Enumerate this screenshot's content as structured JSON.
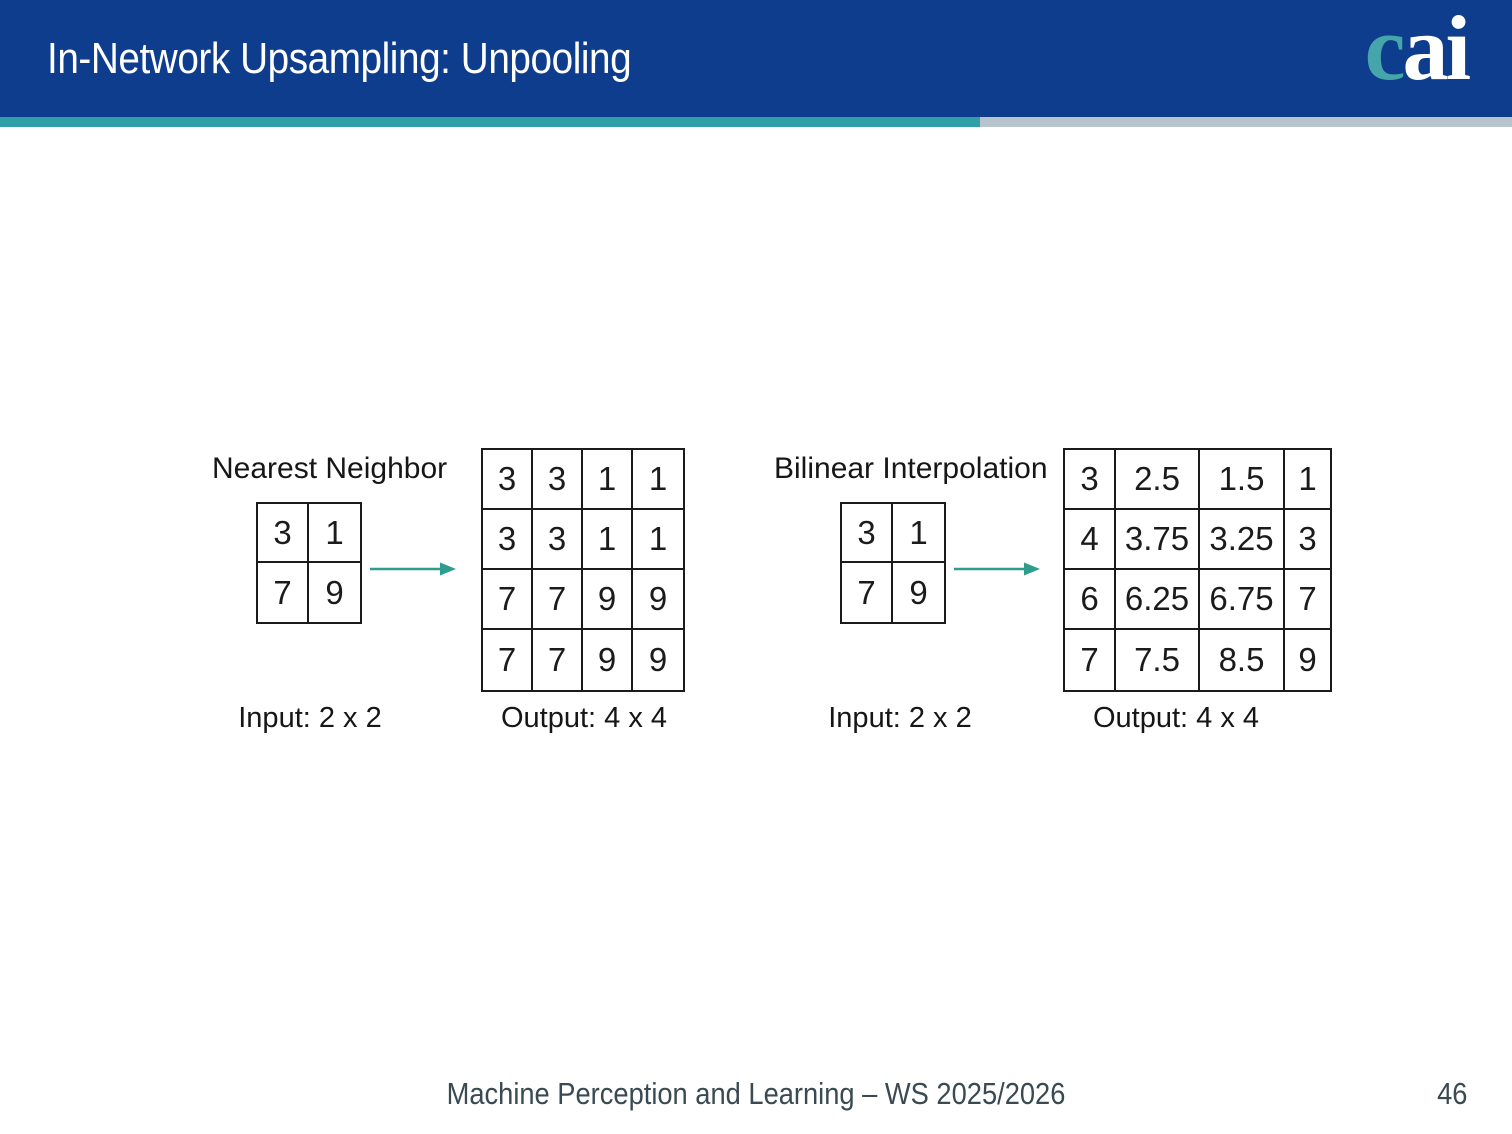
{
  "header": {
    "title": "In-Network Upsampling: Unpooling",
    "logo_c": "c",
    "logo_ai": "ai"
  },
  "colors": {
    "header_background": "#0e3d8d",
    "accent_teal": "#2fa0a8",
    "divider_gray": "#b8c4cc",
    "logo_teal": "#45a5ab",
    "arrow_teal": "#2e9d8e",
    "grid_line": "#1b1b1b",
    "footer_text": "#3a4a52"
  },
  "diagrams": [
    {
      "title": "Nearest Neighbor",
      "input_label": "Input: 2 x 2",
      "output_label": "Output: 4 x 4",
      "input": {
        "rows": [
          [
            "3",
            "1"
          ],
          [
            "7",
            "9"
          ]
        ]
      },
      "output": {
        "rows": [
          [
            "3",
            "3",
            "1",
            "1"
          ],
          [
            "3",
            "3",
            "1",
            "1"
          ],
          [
            "7",
            "7",
            "9",
            "9"
          ],
          [
            "7",
            "7",
            "9",
            "9"
          ]
        ]
      }
    },
    {
      "title": "Bilinear Interpolation",
      "input_label": "Input: 2 x 2",
      "output_label": "Output: 4 x 4",
      "input": {
        "rows": [
          [
            "3",
            "1"
          ],
          [
            "7",
            "9"
          ]
        ]
      },
      "output": {
        "rows": [
          [
            "3",
            "2.5",
            "1.5",
            "1"
          ],
          [
            "4",
            "3.75",
            "3.25",
            "3"
          ],
          [
            "6",
            "6.25",
            "6.75",
            "7"
          ],
          [
            "7",
            "7.5",
            "8.5",
            "9"
          ]
        ]
      }
    }
  ],
  "footer": {
    "course": "Machine Perception and Learning – WS 2025/2026",
    "page": "46"
  }
}
